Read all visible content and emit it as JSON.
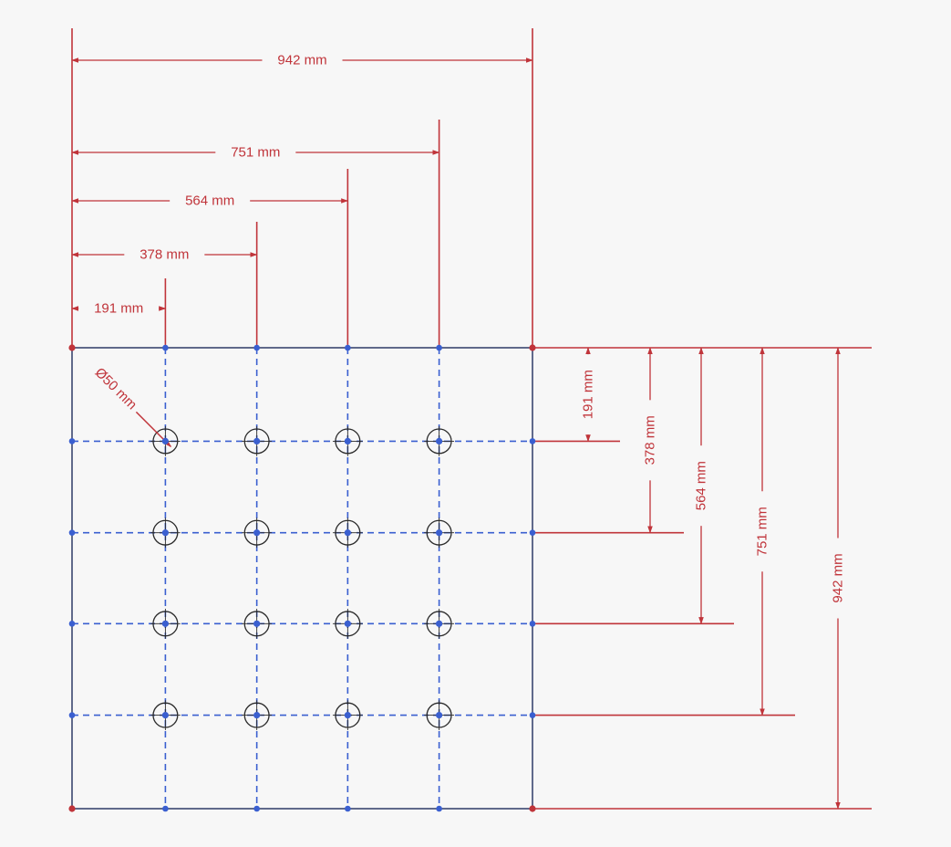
{
  "colors": {
    "background": "#f7f7f7",
    "dimension": "#c0343a",
    "outline": "#3a4670",
    "grid": "#3a5fd0",
    "hole": "#2a2a2a"
  },
  "drawing": {
    "plate": {
      "width_mm": 942,
      "height_mm": 942
    },
    "hole_diameter_mm": 50,
    "grid_positions_mm": [
      191,
      378,
      564,
      751
    ],
    "hole_label": "Ø50 mm",
    "top_dimensions": [
      {
        "value_mm": 942,
        "label": "942 mm"
      },
      {
        "value_mm": 751,
        "label": "751 mm"
      },
      {
        "value_mm": 564,
        "label": "564 mm"
      },
      {
        "value_mm": 378,
        "label": "378 mm"
      },
      {
        "value_mm": 191,
        "label": "191 mm"
      }
    ],
    "right_dimensions": [
      {
        "value_mm": 191,
        "label": "191 mm"
      },
      {
        "value_mm": 378,
        "label": "378 mm"
      },
      {
        "value_mm": 564,
        "label": "564 mm"
      },
      {
        "value_mm": 751,
        "label": "751 mm"
      },
      {
        "value_mm": 942,
        "label": "942 mm"
      }
    ]
  }
}
